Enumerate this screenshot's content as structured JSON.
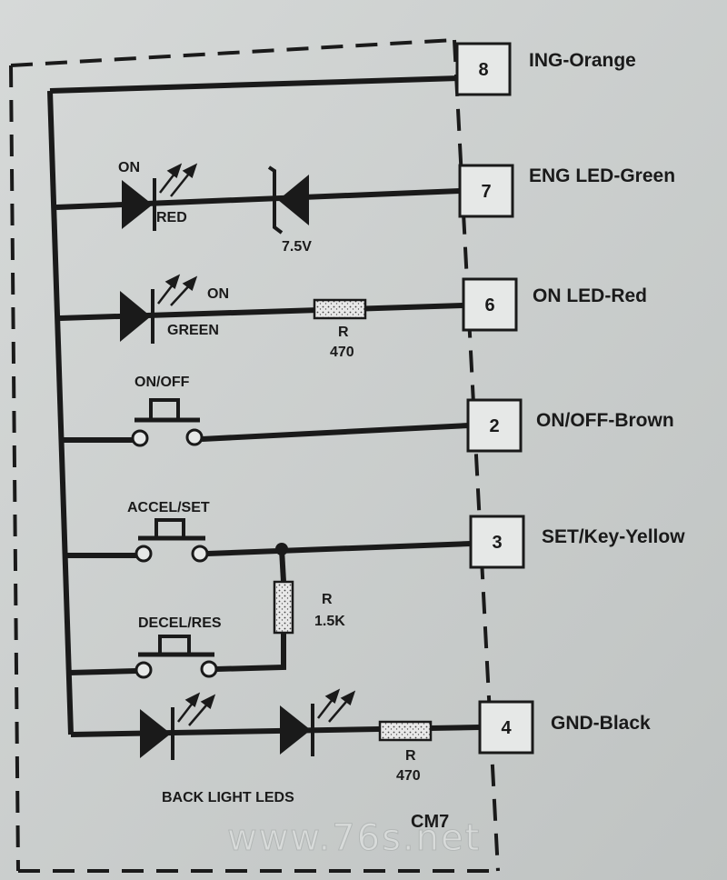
{
  "pins": [
    {
      "num": "8",
      "name": "ING-Orange"
    },
    {
      "num": "7",
      "name": "ENG LED-Green"
    },
    {
      "num": "6",
      "name": "ON LED-Red"
    },
    {
      "num": "2",
      "name": "ON/OFF-Brown"
    },
    {
      "num": "3",
      "name": "SET/Key-Yellow"
    },
    {
      "num": "4",
      "name": "GND-Black"
    }
  ],
  "labels": {
    "red_led_state": "ON",
    "red_led_color": "RED",
    "zener_value": "7.5V",
    "green_led_state": "ON",
    "green_led_color": "GREEN",
    "resistor_470_a_letter": "R",
    "resistor_470_a_value": "470",
    "onoff_switch": "ON/OFF",
    "accel_switch": "ACCEL/SET",
    "decel_switch": "DECEL/RES",
    "resistor_1k5_letter": "R",
    "resistor_1k5_value": "1.5K",
    "resistor_470_b_letter": "R",
    "resistor_470_b_value": "470",
    "backlight": "BACK LIGHT LEDS",
    "module": "CM7",
    "watermark": "www.76s.net"
  }
}
